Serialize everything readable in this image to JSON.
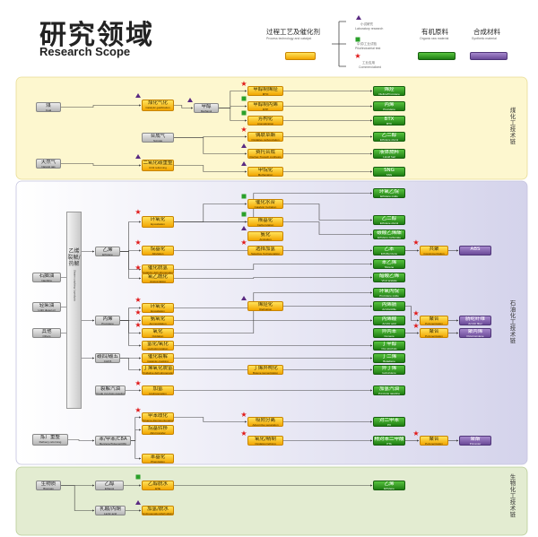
{
  "header": {
    "title_cn": "研究领域",
    "title_en": "Research Scope"
  },
  "legend": {
    "process": {
      "label": "过程工艺及催化剂",
      "sub": "Process technology and catalyst"
    },
    "lab": {
      "label": "小试研究",
      "sub": "Laboratory research"
    },
    "pilot": {
      "label": "中试/工业试验",
      "sub": "Pilot/industrial test"
    },
    "commercial": {
      "label": "工业应用",
      "sub": "Commercialized"
    },
    "organic": {
      "label": "有机原料",
      "sub": "Organic raw material"
    },
    "synthetic": {
      "label": "合成材料",
      "sub": "Synthetic material"
    }
  },
  "colors": {
    "yellow": "#f2a600",
    "green": "#1f7d13",
    "purple": "#6a4a98",
    "gray": "#b4b4b4",
    "lab_mark": "#5a2a82",
    "pilot_mark": "#2aa02a",
    "commercial_mark": "#e01818"
  },
  "sections": {
    "coal": "煤化工技术链",
    "petro": "石油化工技术链",
    "bio": "生物化工技术链"
  },
  "feedstock_bar": {
    "cn": "乙烯裂解/热解",
    "en": "Steam cracking / pyrolysis"
  },
  "nodes": [
    {
      "id": "coal",
      "cls": "n-gray",
      "cn": "煤",
      "en": "Coal"
    },
    {
      "id": "ng",
      "cls": "n-gray",
      "cn": "天然气",
      "en": "Natural gas"
    },
    {
      "id": "naphtha",
      "cls": "n-gray",
      "cn": "石脑油",
      "en": "Naphtha"
    },
    {
      "id": "lightdiesel",
      "cls": "n-gray",
      "cn": "轻柴油",
      "en": "Light diesel oil"
    },
    {
      "id": "others",
      "cls": "n-gray",
      "cn": "其他",
      "en": "Others"
    },
    {
      "id": "refinery",
      "cls": "n-gray",
      "cn": "炼厂重整",
      "en": "Refinery reforming"
    },
    {
      "id": "biomass",
      "cls": "n-gray",
      "cn": "生物质",
      "en": "Biomass"
    },
    {
      "id": "coalgas",
      "cls": "n-yellow",
      "cn": "煤化气化",
      "en": "Catalytic gasification"
    },
    {
      "id": "syngas",
      "cls": "n-gray",
      "cn": "合成气",
      "en": "Syngas"
    },
    {
      "id": "co2ref",
      "cls": "n-yellow",
      "cn": "二氧化碳重整",
      "en": "CO2 reforming"
    },
    {
      "id": "methanol",
      "cls": "n-gray",
      "cn": "甲醇",
      "en": "Methanol"
    },
    {
      "id": "mto",
      "cls": "n-yellow",
      "cn": "甲醇制烯烃",
      "en": "MTO"
    },
    {
      "id": "mtp",
      "cls": "n-yellow",
      "cn": "甲醇制丙烯",
      "en": "MTP"
    },
    {
      "id": "mtbtx",
      "cls": "n-yellow",
      "cn": "芳构化",
      "en": "Aromatization"
    },
    {
      "id": "c2h4ox",
      "cls": "n-yellow",
      "cn": "偶联草酯",
      "en": "Oxidative carbonylation"
    },
    {
      "id": "hydro",
      "cls": "n-yellow",
      "cn": "费托合成",
      "en": "Fischer-Tropsch synthesis"
    },
    {
      "id": "meth",
      "cls": "n-yellow",
      "cn": "甲烷化",
      "en": "Methanation"
    },
    {
      "id": "olefins",
      "cls": "n-green",
      "cn": "烯烃",
      "en": "Olefins/Propylene"
    },
    {
      "id": "propylene",
      "cls": "n-green",
      "cn": "丙烯",
      "en": "Propylene"
    },
    {
      "id": "btx",
      "cls": "n-green",
      "cn": "BTX",
      "en": "BTX"
    },
    {
      "id": "eg",
      "cls": "n-green",
      "cn": "乙二醇",
      "en": "Ethylene glycol"
    },
    {
      "id": "liqfuel",
      "cls": "n-green",
      "cn": "液体燃料",
      "en": "Liquid fuel"
    },
    {
      "id": "sng",
      "cls": "n-green",
      "cn": "SNG",
      "en": "SNG"
    },
    {
      "id": "ethylene",
      "cls": "n-gray",
      "cn": "乙烯",
      "en": "Ethylene"
    },
    {
      "id": "propene",
      "cls": "n-gray",
      "cn": "丙烯",
      "en": "Propylene"
    },
    {
      "id": "c4",
      "cls": "n-gray",
      "cn": "碳四/碳五",
      "en": "C4/C5"
    },
    {
      "id": "pygas",
      "cls": "n-gray",
      "cn": "裂解汽油",
      "en": "Crude pyrolysis gasoline"
    },
    {
      "id": "bzn",
      "cls": "n-gray",
      "cn": "苯/甲苯/C8A",
      "en": "Benzene/Toluene/C8A"
    },
    {
      "id": "eo",
      "cls": "n-yellow",
      "cn": "环氧化",
      "en": "Epoxidation"
    },
    {
      "id": "eo_h",
      "cls": "n-yellow",
      "cn": "催化水合",
      "en": "Catalytic hydration"
    },
    {
      "id": "eo_c",
      "cls": "n-yellow",
      "cn": "羰基化",
      "en": "Carbonylation"
    },
    {
      "id": "amm",
      "cls": "n-yellow",
      "cn": "氨化",
      "en": "Amination"
    },
    {
      "id": "ac",
      "cls": "n-yellow",
      "cn": "烷基化",
      "en": "Alkylation"
    },
    {
      "id": "sel",
      "cls": "n-yellow",
      "cn": "选择加氢",
      "en": "Selective hydrogenation"
    },
    {
      "id": "deh",
      "cls": "n-yellow",
      "cn": "催化脱氢",
      "en": "Catalytic dehydrogenation"
    },
    {
      "id": "oxc",
      "cls": "n-yellow",
      "cn": "氧乙酰化",
      "en": "Acetoxylation"
    },
    {
      "id": "p_ox",
      "cls": "n-yellow",
      "cn": "环氧化",
      "en": "Epoxidation"
    },
    {
      "id": "p_am",
      "cls": "n-yellow",
      "cn": "氨氧化",
      "en": "Ammoxidation"
    },
    {
      "id": "p_acr",
      "cls": "n-yellow",
      "cn": "氧化",
      "en": "Oxidation"
    },
    {
      "id": "p_alk",
      "cls": "n-yellow",
      "cn": "烯烃化",
      "en": "Olefination"
    },
    {
      "id": "hyd_ox",
      "cls": "n-yellow",
      "cn": "氢化/氧化",
      "en": "Hydroformylation"
    },
    {
      "id": "c4_crack",
      "cls": "n-yellow",
      "cn": "催化裂解",
      "en": "Catalytic cracking"
    },
    {
      "id": "c4_deh",
      "cls": "n-yellow",
      "cn": "丁烯氧化脱氢",
      "en": "Oxidative dehydrogenation"
    },
    {
      "id": "c4_iso",
      "cls": "n-yellow",
      "cn": "丁烯异构化",
      "en": "Butene isomerization"
    },
    {
      "id": "pyh",
      "cls": "n-yellow",
      "cn": "加氢",
      "en": "Hydrogenation"
    },
    {
      "id": "arom_ex",
      "cls": "n-yellow",
      "cn": "甲苯歧化",
      "en": "Toluene disproportionation"
    },
    {
      "id": "arom_is",
      "cls": "n-yellow",
      "cn": "烷基转移",
      "en": "Alkyl transfer"
    },
    {
      "id": "arom_ad",
      "cls": "n-yellow",
      "cn": "苯基化",
      "en": "Phenylation"
    },
    {
      "id": "arom_sep",
      "cls": "n-yellow",
      "cn": "吸附分离",
      "en": "Adsorptive separation"
    },
    {
      "id": "arom_ox",
      "cls": "n-yellow",
      "cn": "氧化/精制",
      "en": "Oxidation/refining"
    },
    {
      "id": "eo_prod",
      "cls": "n-green",
      "cn": "环氧乙烷",
      "en": "Ethylene oxide"
    },
    {
      "id": "eg2",
      "cls": "n-green",
      "cn": "乙二醇",
      "en": "Ethylene glycol"
    },
    {
      "id": "ec",
      "cls": "n-green",
      "cn": "碳酸乙烯酯",
      "en": "Ethylene carbonate"
    },
    {
      "id": "eb",
      "cls": "n-green",
      "cn": "乙苯",
      "en": "Ethylbenzene"
    },
    {
      "id": "sm",
      "cls": "n-green",
      "cn": "苯乙烯",
      "en": "Styrene"
    },
    {
      "id": "va",
      "cls": "n-green",
      "cn": "醋酸乙烯",
      "en": "Vinyl acetate"
    },
    {
      "id": "po",
      "cls": "n-green",
      "cn": "环氧丙烷",
      "en": "Propylene oxide"
    },
    {
      "id": "an",
      "cls": "n-green",
      "cn": "丙烯腈",
      "en": "Acrylonitrile"
    },
    {
      "id": "aa",
      "cls": "n-green",
      "cn": "丙烯酸",
      "en": "Acrylic acid"
    },
    {
      "id": "cumene",
      "cls": "n-green",
      "cn": "异丙苯",
      "en": "Cumene"
    },
    {
      "id": "oxo",
      "cls": "n-green",
      "cn": "丁辛醇",
      "en": "Oxo alcohols"
    },
    {
      "id": "bd",
      "cls": "n-green",
      "cn": "丁二烯",
      "en": "Butadiene"
    },
    {
      "id": "iso",
      "cls": "n-green",
      "cn": "异丁烯",
      "en": "Isobutylene"
    },
    {
      "id": "pyg",
      "cls": "n-green",
      "cn": "加氢汽油",
      "en": "Pyrolysis gasoline"
    },
    {
      "id": "px",
      "cls": "n-green",
      "cn": "对二甲苯",
      "en": "PX"
    },
    {
      "id": "pta",
      "cls": "n-green",
      "cn": "精对苯二甲酸",
      "en": "PTA"
    },
    {
      "id": "abs_poly",
      "cls": "n-yellow",
      "cn": "共聚",
      "en": "Copolymerization"
    },
    {
      "id": "pp_poly",
      "cls": "n-yellow",
      "cn": "聚合",
      "en": "Polymerization"
    },
    {
      "id": "pan_poly",
      "cls": "n-yellow",
      "cn": "聚合",
      "en": "Polymerization"
    },
    {
      "id": "pet_poly",
      "cls": "n-yellow",
      "cn": "聚合",
      "en": "Polymerization"
    },
    {
      "id": "abs",
      "cls": "n-purple",
      "cn": "ABS",
      "en": ""
    },
    {
      "id": "fiber",
      "cls": "n-purple",
      "cn": "腈纶纤维",
      "en": "Acrylic fiber"
    },
    {
      "id": "resin",
      "cls": "n-purple",
      "cn": "聚丙烯",
      "en": "Polypropylene"
    },
    {
      "id": "pet",
      "cls": "n-purple",
      "cn": "聚酯",
      "en": "Polyester"
    },
    {
      "id": "ethanol",
      "cls": "n-gray",
      "cn": "乙醇",
      "en": "Ethanol"
    },
    {
      "id": "lactic",
      "cls": "n-gray",
      "cn": "乳酸/丙酮",
      "en": "Lactic acid"
    },
    {
      "id": "eth_deh",
      "cls": "n-yellow",
      "cn": "乙醇脱水",
      "en": "ETE"
    },
    {
      "id": "lac_h",
      "cls": "n-yellow",
      "cn": "加氢/脱水",
      "en": "Hydrogenation/dehydration"
    },
    {
      "id": "bio_eth",
      "cls": "n-green",
      "cn": "乙烯",
      "en": "Ethylene"
    }
  ]
}
